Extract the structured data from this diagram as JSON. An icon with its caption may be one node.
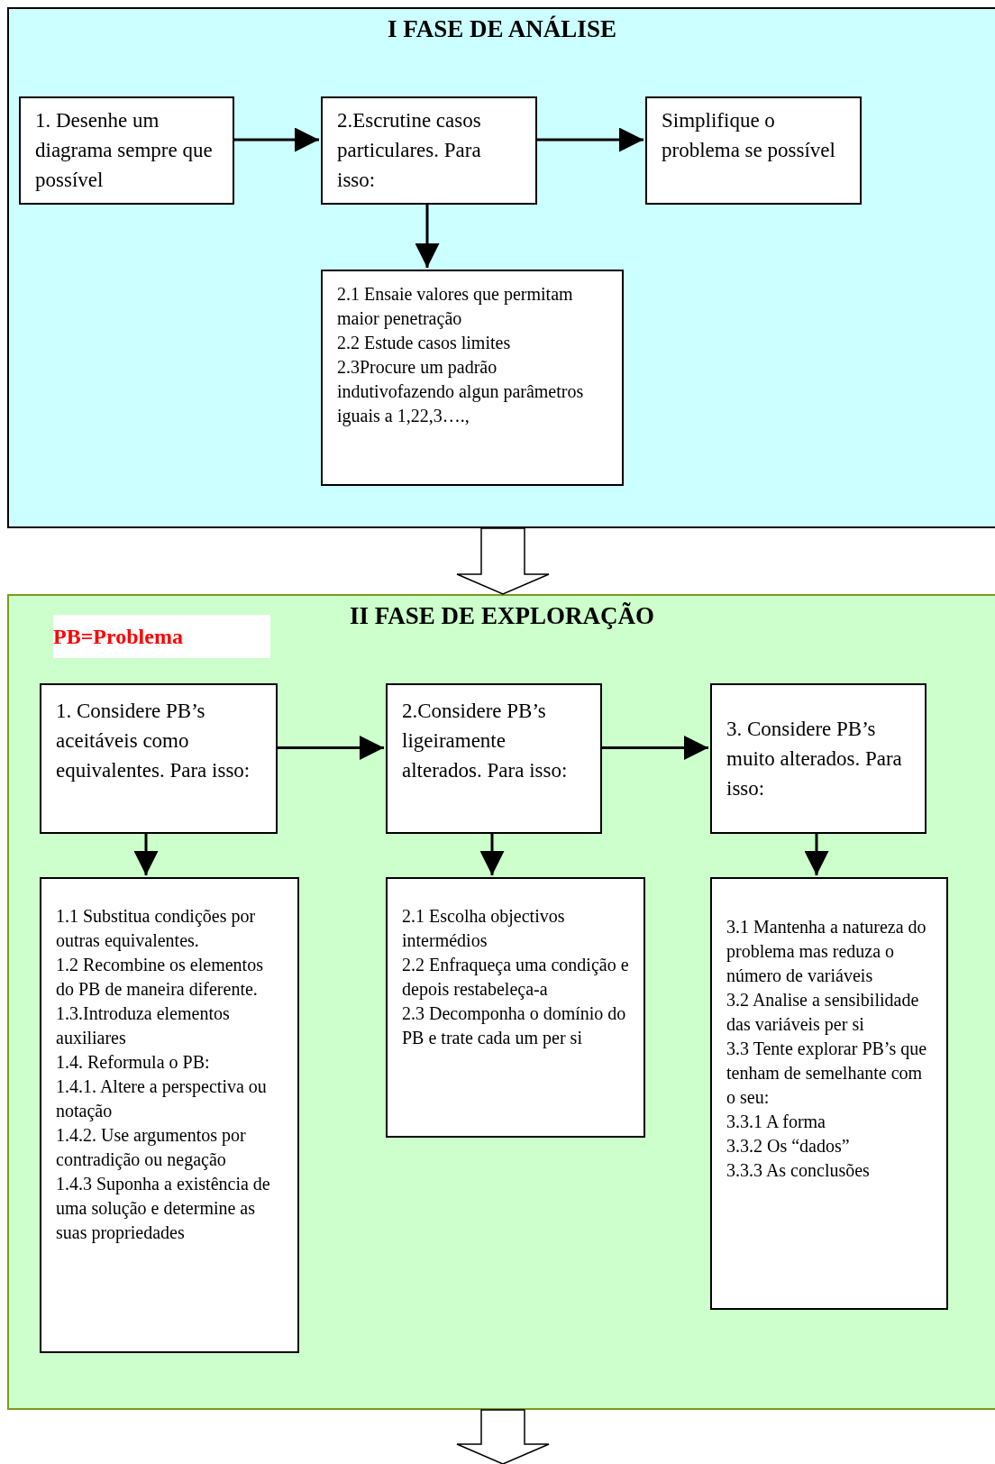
{
  "diagram": {
    "nodes": [
      {
        "text": [
          "I FASE DE ANÁLISE"
        ]
      },
      {
        "text": [
          "1. Desenhe um diagrama sempre que possível"
        ],
        "in": 0
      },
      {
        "text": [
          "2.Escrutine casos particulares. Para isso:"
        ],
        "in": 0
      },
      {
        "text": [
          "Simplifique o problema se possível"
        ],
        "in": 0
      },
      {
        "text": [
          "2.1 Ensaie valores que permitam maior penetração",
          "2.2 Estude casos limites",
          "2.3Procure um padrão indutivofazendo algun parâmetros iguais a 1,22,3….,"
        ],
        "in": 0
      },
      {
        "text": [
          "II FASE DE EXPLORAÇÃO"
        ]
      },
      {
        "text": [
          "PB=Problema"
        ],
        "in": 5
      },
      {
        "text": [
          "1. Considere PB’s aceitáveis como equivalentes. Para isso:"
        ],
        "in": 5
      },
      {
        "text": [
          "2.Considere PB’s ligeiramente alterados. Para isso:"
        ],
        "in": 5
      },
      {
        "text": [
          "3. Considere PB’s muito alterados. Para isso:"
        ],
        "in": 5
      },
      {
        "text": [
          "1.1 Substitua condições por outras equivalentes.",
          "1.2 Recombine os elementos do PB de maneira diferente.",
          "1.3.Introduza elementos auxiliares",
          "1.4. Reformula o PB:",
          "1.4.1. Altere a perspectiva ou notação",
          "1.4.2. Use argumentos por contradição ou negação",
          "1.4.3 Suponha a existência de uma solução e determine as suas propriedades"
        ],
        "in": 5
      },
      {
        "text": [
          "2.1 Escolha objectivos intermédios",
          "2.2 Enfraqueça uma condição e depois restabeleça-a",
          "2.3 Decomponha o domínio do PB e trate cada um per si"
        ],
        "in": 5
      },
      {
        "text": [
          "3.1 Mantenha a natureza do problema mas reduza o número de variáveis",
          "3.2 Analise a sensibilidade das variáveis per si",
          "3.3 Tente explorar PB’s que tenham de semelhante com o seu:",
          "3.3.1 A forma",
          "3.3.2 Os “dados”",
          "3.3.3 As conclusões"
        ],
        "in": 5
      }
    ],
    "edges": [
      {
        "from": 1,
        "to": 2,
        "arrow": "to"
      },
      {
        "from": 2,
        "to": 3,
        "arrow": "to"
      },
      {
        "from": 2,
        "to": 4,
        "arrow": "to"
      },
      {
        "from": 0,
        "to": 5,
        "arrow": "to"
      },
      {
        "from": 7,
        "to": 8,
        "arrow": "to"
      },
      {
        "from": 8,
        "to": 9,
        "arrow": "to"
      },
      {
        "from": 7,
        "to": 10,
        "arrow": "to"
      },
      {
        "from": 8,
        "to": 11,
        "arrow": "to"
      },
      {
        "from": 9,
        "to": 12,
        "arrow": "to"
      },
      {
        "from": 5,
        "to": null,
        "arrow": "to"
      }
    ]
  }
}
